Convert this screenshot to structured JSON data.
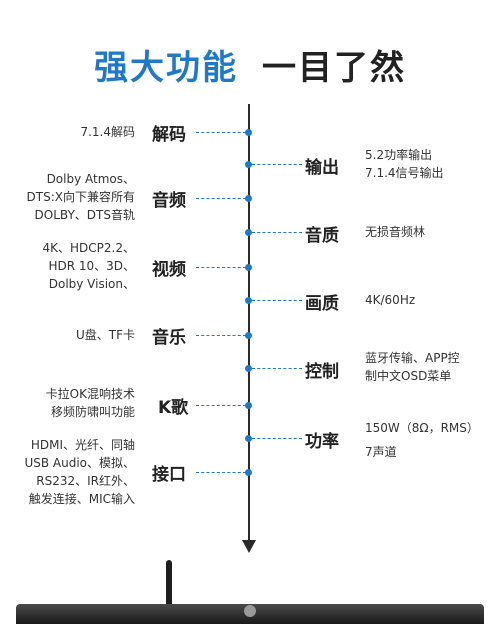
{
  "title": {
    "blue": "强大功能",
    "dark": "一目了然"
  },
  "left": [
    {
      "label": "解码",
      "lines": [
        "7.1.4解码"
      ]
    },
    {
      "label": "音频",
      "lines": [
        "Dolby Atmos、",
        "DTS:X向下兼容所有",
        "DOLBY、DTS音轨"
      ]
    },
    {
      "label": "视频",
      "lines": [
        "4K、HDCP2.2、",
        "HDR 10、3D、",
        "Dolby Vision、"
      ]
    },
    {
      "label": "音乐",
      "lines": [
        "U盘、TF卡"
      ]
    },
    {
      "label": "K歌",
      "lines": [
        "卡拉OK混响技术",
        "移频防啸叫功能"
      ]
    },
    {
      "label": "接口",
      "lines": [
        "HDMI、光纤、同轴",
        "USB Audio、模拟、",
        "RS232、IR红外、",
        "触发连接、MIC输入"
      ]
    }
  ],
  "right": [
    {
      "label": "输出",
      "lines": [
        "5.2功率输出",
        "7.1.4信号输出"
      ]
    },
    {
      "label": "音质",
      "lines": [
        "无损音频林"
      ]
    },
    {
      "label": "画质",
      "lines": [
        "4K/60Hz"
      ]
    },
    {
      "label": "控制",
      "lines": [
        "蓝牙传输、APP控",
        "制中文OSD菜单"
      ]
    },
    {
      "label": "功率",
      "lines": [
        "150W（8Ω，RMS）",
        "7声道"
      ]
    }
  ],
  "colors": {
    "accent": "#1f78c8",
    "text": "#222222"
  }
}
